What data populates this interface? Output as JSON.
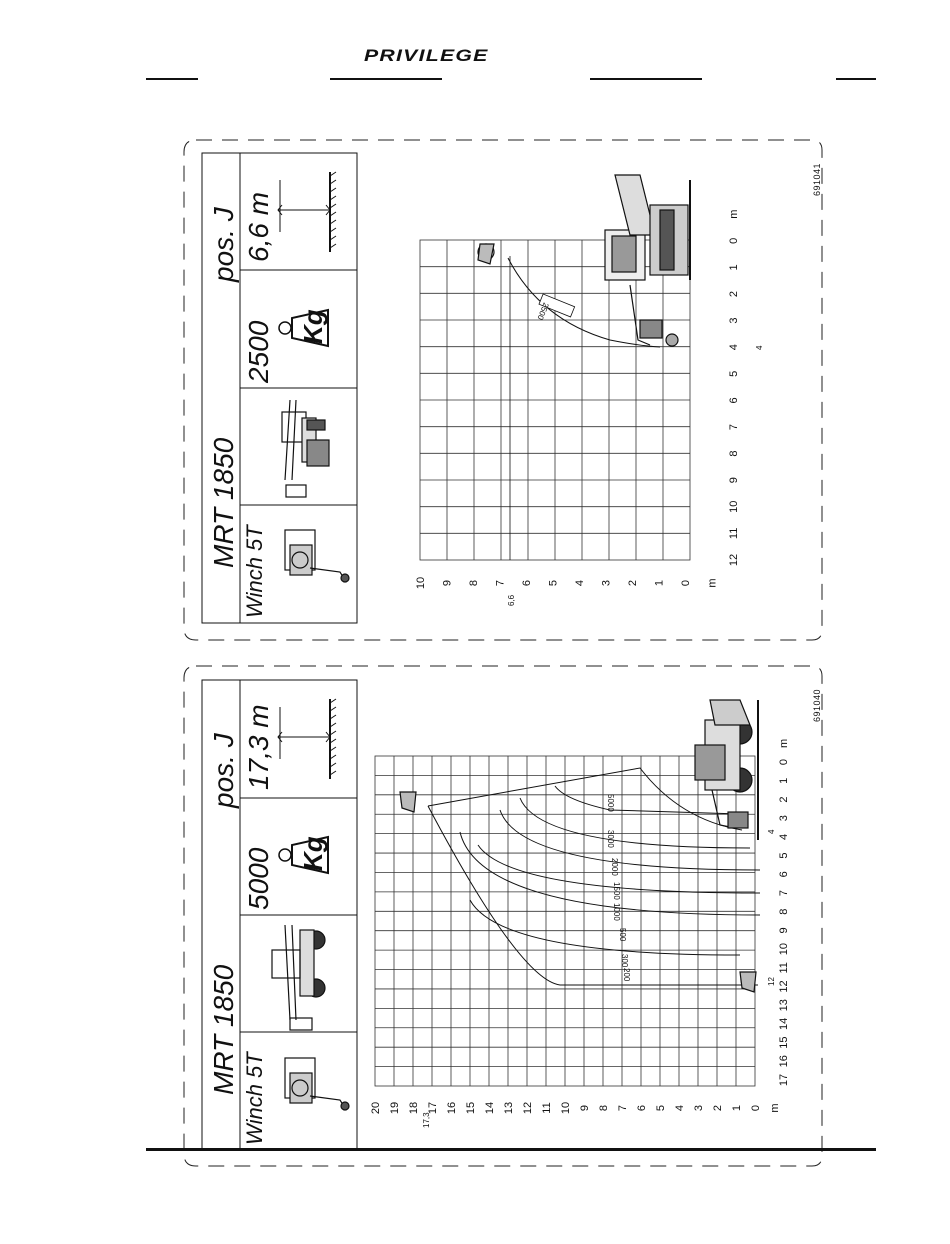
{
  "header": {
    "brand": "PRIVILEGE"
  },
  "charts": [
    {
      "code": "691041",
      "model": "MRT 1850",
      "attachment": "Winch 5T",
      "position": "pos. J",
      "capacity": "2500",
      "capacity_unit": "Kg",
      "max_height": "6,6 m",
      "x_ticks": [
        "12",
        "11",
        "10",
        "9",
        "8",
        "7",
        "6",
        "5",
        "4",
        "3",
        "2",
        "1",
        "0",
        "m"
      ],
      "y_ticks": [
        "10",
        "9",
        "8",
        "7",
        "6",
        "5",
        "4",
        "3",
        "2",
        "1",
        "0",
        "m"
      ],
      "marker_y": "6,6",
      "marker_x": "4",
      "load_labels": [
        "2500"
      ]
    },
    {
      "code": "691040",
      "model": "MRT 1850",
      "attachment": "Winch 5T",
      "position": "pos. J",
      "capacity": "5000",
      "capacity_unit": "Kg",
      "max_height": "17,3 m",
      "x_ticks": [
        "17",
        "16",
        "15",
        "14",
        "13",
        "12",
        "11",
        "10",
        "9",
        "8",
        "7",
        "6",
        "5",
        "4",
        "3",
        "2",
        "1",
        "0",
        "m"
      ],
      "y_ticks": [
        "20",
        "19",
        "18",
        "17",
        "16",
        "15",
        "14",
        "13",
        "12",
        "11",
        "10",
        "9",
        "8",
        "7",
        "6",
        "5",
        "4",
        "3",
        "2",
        "1",
        "0",
        "m"
      ],
      "marker_y": "17,3",
      "marker_x": "4",
      "marker_x2": "12",
      "load_labels": [
        "5000",
        "3000",
        "2000",
        "1500",
        "1000",
        "500",
        "300",
        "200"
      ]
    }
  ]
}
